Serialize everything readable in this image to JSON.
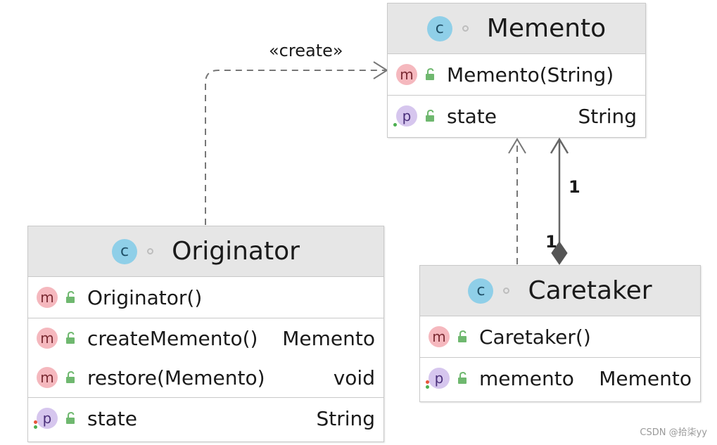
{
  "classes": {
    "memento": {
      "name": "Memento",
      "members": [
        {
          "kind": "m",
          "name": "Memento(String)",
          "type": ""
        },
        {
          "kind": "p",
          "name": "state",
          "type": "String"
        }
      ]
    },
    "originator": {
      "name": "Originator",
      "members": [
        {
          "kind": "m",
          "name": "Originator()",
          "type": ""
        },
        {
          "kind": "m",
          "name": "createMemento()",
          "type": "Memento"
        },
        {
          "kind": "m",
          "name": "restore(Memento)",
          "type": "void"
        },
        {
          "kind": "p",
          "name": "state",
          "type": "String"
        }
      ]
    },
    "caretaker": {
      "name": "Caretaker",
      "members": [
        {
          "kind": "m",
          "name": "Caretaker()",
          "type": ""
        },
        {
          "kind": "p",
          "name": "memento",
          "type": "Memento"
        }
      ]
    }
  },
  "relations": {
    "create_label": "«create»",
    "mult_memento_end": "1",
    "mult_caretaker_end": "1"
  },
  "badges": {
    "class": "c",
    "method": "m",
    "property": "p"
  },
  "colors": {
    "class_badge": "#8fcfe8",
    "method_badge": "#f5b8be",
    "property_badge": "#d6c6ee",
    "lock": "#6fb86f",
    "header_bg": "#e6e6e6",
    "connector": "#707070"
  },
  "watermark": "CSDN @拾柒yy"
}
